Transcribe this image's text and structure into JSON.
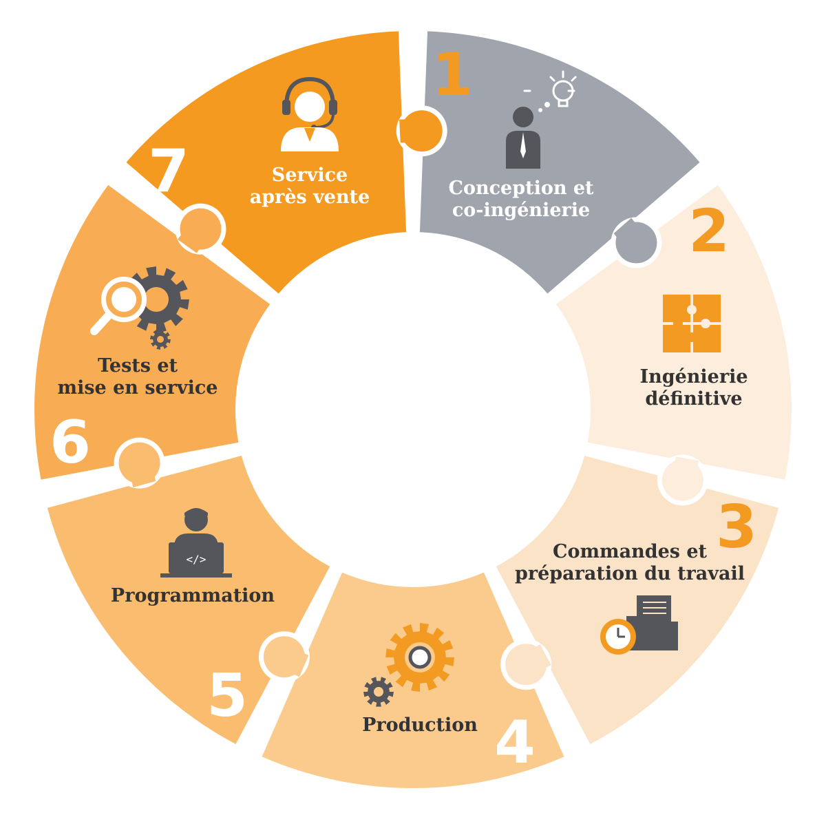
{
  "steps": [
    {
      "number": "1",
      "label_lines": [
        "Conception et",
        "co-ingénierie"
      ],
      "icon": "thinking-person-lightbulb-icon",
      "fill": "#a0a4ac",
      "number_color": "#f29a22",
      "text_color": "#ffffff"
    },
    {
      "number": "2",
      "label_lines": [
        "Ingénierie",
        "définitive"
      ],
      "icon": "puzzle-pieces-icon",
      "fill": "#fdeddc",
      "number_color": "#f29a22",
      "text_color": "#333333"
    },
    {
      "number": "3",
      "label_lines": [
        "Commandes et",
        "préparation du travail"
      ],
      "icon": "clock-folder-icon",
      "fill": "#fbe3c8",
      "number_color": "#f29a22",
      "text_color": "#333333"
    },
    {
      "number": "4",
      "label_lines": [
        "Production"
      ],
      "icon": "gears-icon",
      "fill": "#fbcb8d",
      "number_color": "#ffffff",
      "text_color": "#333333"
    },
    {
      "number": "5",
      "label_lines": [
        "Programmation"
      ],
      "icon": "programmer-laptop-icon",
      "fill": "#fabd70",
      "number_color": "#ffffff",
      "text_color": "#333333"
    },
    {
      "number": "6",
      "label_lines": [
        "Tests et",
        "mise en service"
      ],
      "icon": "magnifier-gear-icon",
      "fill": "#f8ad54",
      "number_color": "#ffffff",
      "text_color": "#333333"
    },
    {
      "number": "7",
      "label_lines": [
        "Service",
        "après vente"
      ],
      "icon": "headset-support-icon",
      "fill": "#f59a20",
      "number_color": "#ffffff",
      "text_color": "#ffffff"
    }
  ],
  "colors": {
    "accent_orange": "#f29a22",
    "icon_dark": "#54565b",
    "gap_white": "#ffffff"
  }
}
